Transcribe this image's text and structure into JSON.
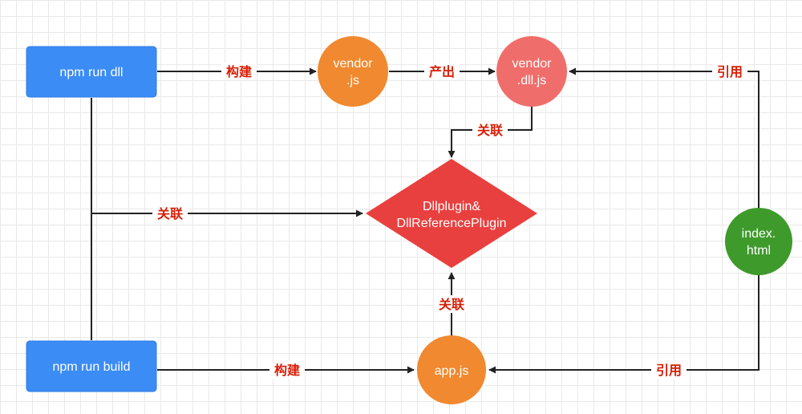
{
  "nodes": {
    "npm_run_dll": {
      "label": "npm run dll",
      "color": "#3b8cf5"
    },
    "npm_run_build": {
      "label": "npm run build",
      "color": "#3b8cf5"
    },
    "vendor_js": {
      "lines": [
        "vendor",
        ".js"
      ],
      "color": "#f0892f"
    },
    "vendor_dll_js": {
      "lines": [
        "vendor",
        ".dll.js"
      ],
      "color": "#ef6e6b"
    },
    "plugin": {
      "lines": [
        "Dllplugin&",
        "DllReferencePlugin"
      ],
      "color": "#e8403f"
    },
    "index_html": {
      "lines": [
        "index.",
        "html"
      ],
      "color": "#3f9a2c"
    },
    "app_js": {
      "label": "app.js",
      "color": "#f0892f"
    }
  },
  "edges": {
    "dll_build": "构建",
    "produce": "产出",
    "ref_top": "引用",
    "assoc_vendor": "关联",
    "assoc_left": "关联",
    "assoc_app": "关联",
    "build_app": "构建",
    "ref_bottom": "引用"
  },
  "colors": {
    "line": "#222222",
    "label": "#d81e06"
  }
}
